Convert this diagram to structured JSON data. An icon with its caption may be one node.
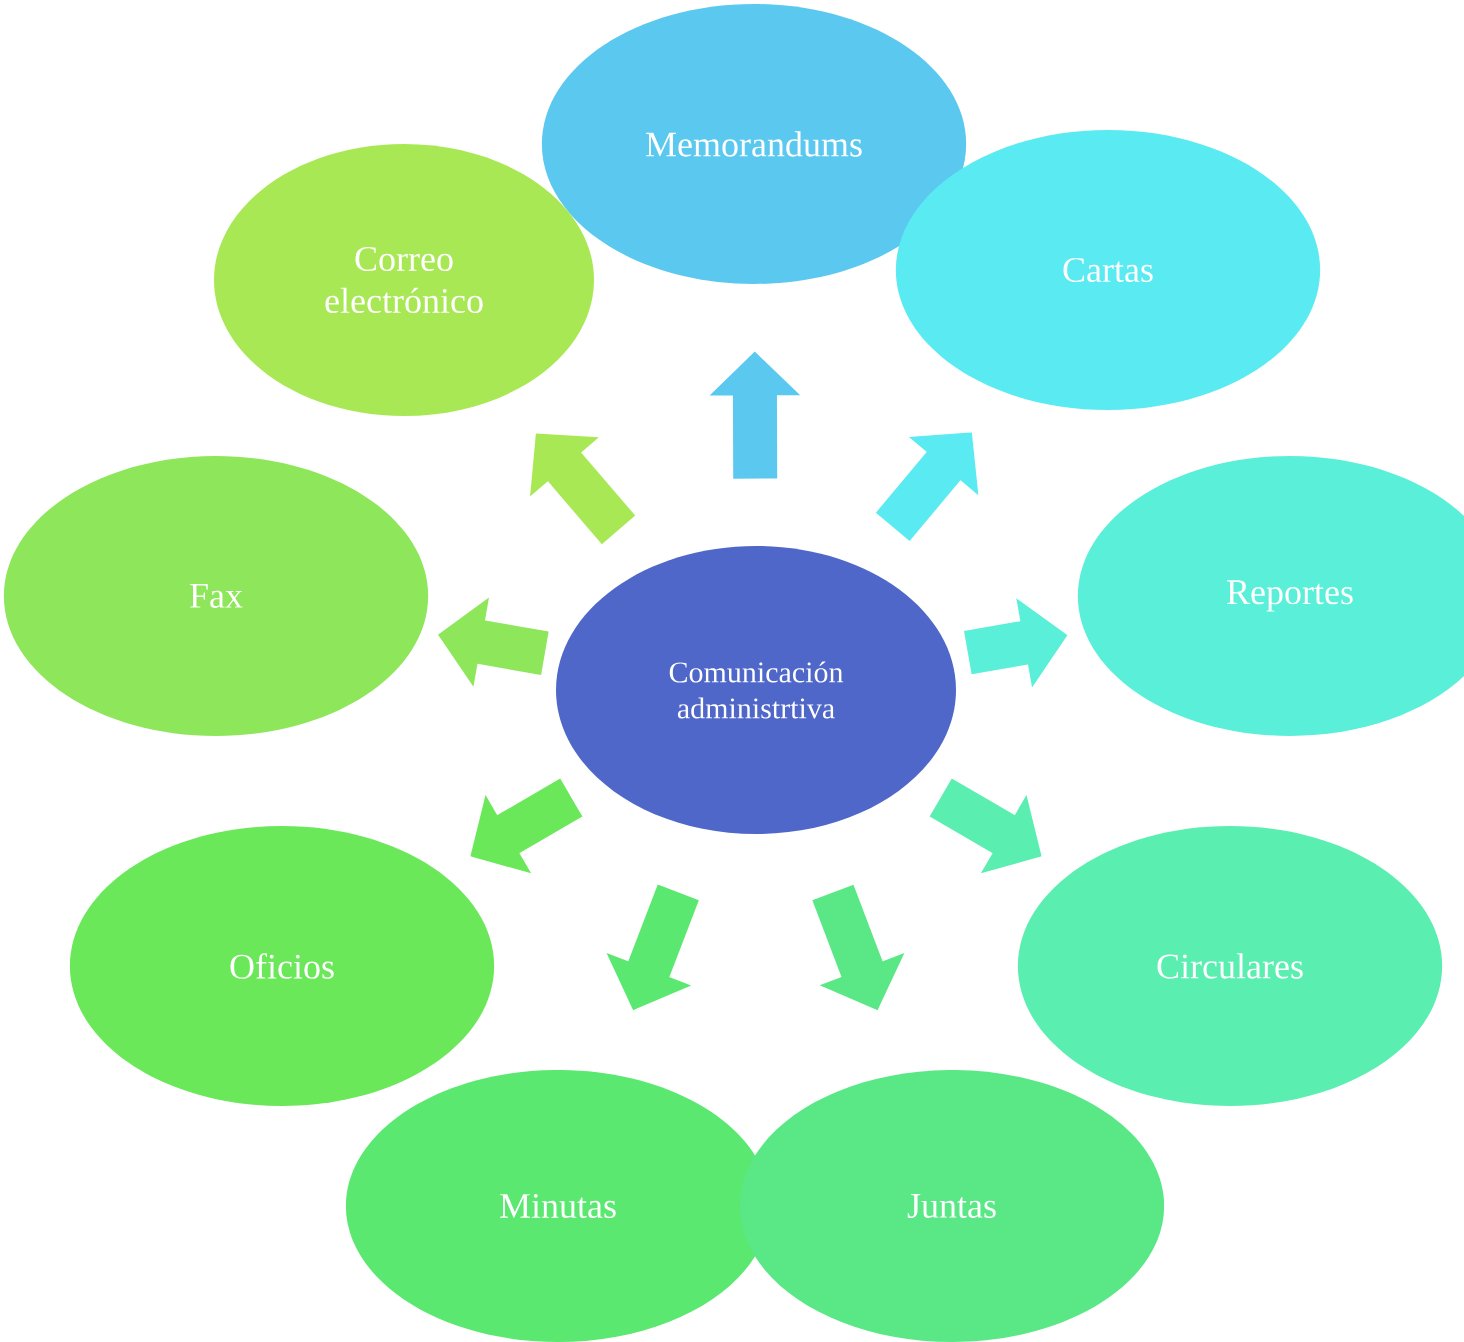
{
  "diagram": {
    "nodes": [
      {
        "text": [
          "Comunicación administrtiva"
        ]
      },
      {
        "text": [
          "Memorandums"
        ]
      },
      {
        "text": [
          "Correo electrónico"
        ]
      },
      {
        "text": [
          "Cartas"
        ]
      },
      {
        "text": [
          "Fax"
        ]
      },
      {
        "text": [
          "Reportes"
        ]
      },
      {
        "text": [
          "Oficios"
        ]
      },
      {
        "text": [
          "Circulares"
        ]
      },
      {
        "text": [
          "Minutas"
        ]
      },
      {
        "text": [
          "Juntas"
        ]
      }
    ],
    "edges": [
      {
        "from": 0,
        "to": 1,
        "arrow": "to",
        "color": "#5bc8f0"
      },
      {
        "from": 0,
        "to": 2,
        "arrow": "to",
        "color": "#a9e855"
      },
      {
        "from": 0,
        "to": 3,
        "arrow": "to",
        "color": "#5aeaf2"
      },
      {
        "from": 0,
        "to": 4,
        "arrow": "to",
        "color": "#8ee65a"
      },
      {
        "from": 0,
        "to": 5,
        "arrow": "to",
        "color": "#5aefd8"
      },
      {
        "from": 0,
        "to": 6,
        "arrow": "to",
        "color": "#6ae85a"
      },
      {
        "from": 0,
        "to": 7,
        "arrow": "to",
        "color": "#5aeeb0"
      },
      {
        "from": 0,
        "to": 8,
        "arrow": "to",
        "color": "#5ae870"
      },
      {
        "from": 0,
        "to": 9,
        "arrow": "to",
        "color": "#5ae886"
      }
    ]
  }
}
